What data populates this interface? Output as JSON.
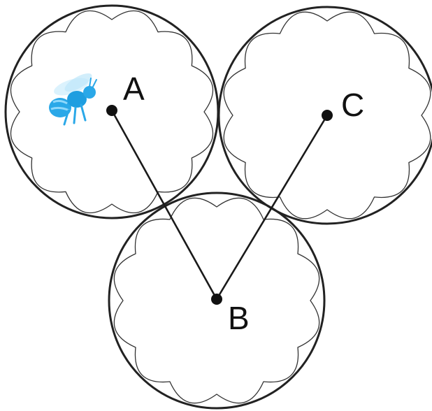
{
  "diagram": {
    "points": [
      {
        "id": "A",
        "label": "A"
      },
      {
        "id": "B",
        "label": "B"
      },
      {
        "id": "C",
        "label": "C"
      }
    ],
    "paths": [
      {
        "from": "A",
        "to": "B"
      },
      {
        "from": "B",
        "to": "C"
      }
    ],
    "icon": "bee-icon",
    "colors": {
      "line": "#1a1a1a",
      "bee": "#2aa8e8"
    }
  }
}
